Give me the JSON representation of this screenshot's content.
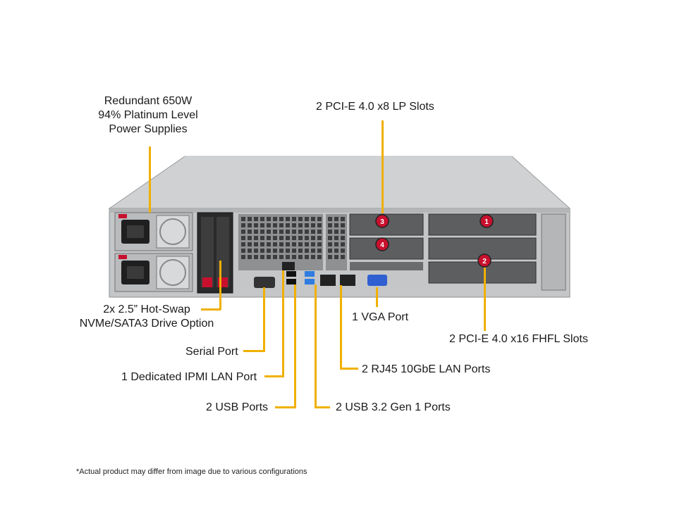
{
  "labels": {
    "power": [
      "Redundant  650W",
      "94% Platinum  Level",
      "Power Supplies"
    ],
    "pcie_lp": "2 PCI-E 4.0 x8 LP Slots",
    "drive": [
      "2x 2.5” Hot-Swap",
      "NVMe/SATA3 Drive Option"
    ],
    "vga": "1 VGA Port",
    "pcie_fhfl": "2 PCI-E 4.0 x16 FHFL Slots",
    "serial": "Serial Port",
    "rj45": "2 RJ45  10GbE LAN Ports",
    "ipmi": "1 Dedicated IPMI  LAN Port",
    "usb": "2 USB Ports",
    "usb32": "2 USB 3.2 Gen 1 Ports"
  },
  "slot_badges": [
    "1",
    "2",
    "3",
    "4"
  ],
  "footnote": "*Actual product may differ from image due to various configurations",
  "colors": {
    "leader": "#f0b000",
    "badge": "#c8102e",
    "chassis_top": "#d4d6d8",
    "chassis_panel": "#c9cbcd",
    "usb3": "#2f7de1"
  }
}
